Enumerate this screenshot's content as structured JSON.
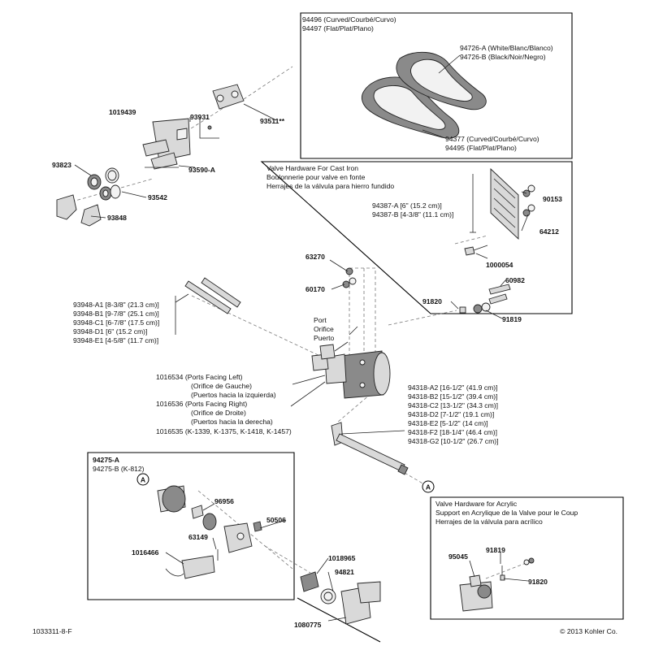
{
  "document_number": "1033311-8-F",
  "copyright": "© 2013 Kohler Co.",
  "boxes": {
    "cast_iron": {
      "title_lines": [
        "Valve Hardware For Cast Iron",
        "Boulonnerie pour valve en fonte",
        "Herrajes de la válvula para hierro fundido"
      ]
    },
    "acrylic": {
      "title_lines": [
        "Valve Hardware for Acrylic",
        "Support en Acrylique de la Valve pour le Coup",
        "Herrajes de la válvula para acrílico"
      ]
    }
  },
  "callout_symbol": "A",
  "port_label": [
    "Port",
    "Orifice",
    "Puerto"
  ],
  "parts": {
    "p94496": {
      "num": "94496",
      "desc": "(Curved/Courbé/Curvo)"
    },
    "p94497": {
      "num": "94497",
      "desc": "(Flat/Plat/Plano)"
    },
    "p94726A": {
      "num": "94726-A",
      "desc": "(White/Blanc/Blanco)"
    },
    "p94726B": {
      "num": "94726-B",
      "desc": "(Black/Noir/Negro)"
    },
    "p94377": {
      "num": "94377",
      "desc": "(Curved/Courbé/Curvo)"
    },
    "p94495": {
      "num": "94495",
      "desc": "(Flat/Plat/Plano)"
    },
    "p93511": {
      "num": "93511**"
    },
    "p1019439": {
      "num": "1019439"
    },
    "p93931": {
      "num": "93931"
    },
    "p93590A": {
      "num": "93590-A"
    },
    "p93823": {
      "num": "93823"
    },
    "p93542": {
      "num": "93542"
    },
    "p93848": {
      "num": "93848"
    },
    "p94387A": {
      "num": "94387-A",
      "desc": "[6\" (15.2 cm)]"
    },
    "p94387B": {
      "num": "94387-B",
      "desc": "[4-3/8\" (11.1 cm)]"
    },
    "p90153": {
      "num": "90153"
    },
    "p64212": {
      "num": "64212"
    },
    "p1000054": {
      "num": "1000054"
    },
    "p63270": {
      "num": "63270"
    },
    "p60170": {
      "num": "60170"
    },
    "p60982": {
      "num": "60982"
    },
    "p91820": {
      "num": "91820"
    },
    "p91819": {
      "num": "91819"
    },
    "p95045": {
      "num": "95045"
    },
    "p91819b": {
      "num": "91819"
    },
    "p91820b": {
      "num": "91820"
    },
    "p1016534": {
      "num": "1016534",
      "desc": [
        "(Ports Facing Left)",
        "(Orifice de Gauche)",
        "(Puertos hacia la izquierda)"
      ]
    },
    "p1016536": {
      "num": "1016536",
      "desc": [
        "(Ports Facing Right)",
        "(Orifice de Droite)",
        "(Puertos hacia la derecha)"
      ]
    },
    "p1016535": {
      "num": "1016535",
      "desc": "(K-1339, K-1375, K-1418, K-1457)"
    },
    "p94275A": {
      "num": "94275-A"
    },
    "p94275B": {
      "num": "94275-B",
      "desc": "(K-812)"
    },
    "p96956": {
      "num": "96956"
    },
    "p50506": {
      "num": "50506"
    },
    "p63149": {
      "num": "63149"
    },
    "p1016466": {
      "num": "1016466"
    },
    "p1018965": {
      "num": "1018965"
    },
    "p94821": {
      "num": "94821"
    },
    "p1080775": {
      "num": "1080775"
    }
  },
  "tube_list_93948": [
    {
      "num": "93948-A1",
      "desc": "[8-3/8\" (21.3 cm)]"
    },
    {
      "num": "93948-B1",
      "desc": "[9-7/8\" (25.1 cm)]"
    },
    {
      "num": "93948-C1",
      "desc": "[6-7/8\" (17.5 cm)]"
    },
    {
      "num": "93948-D1",
      "desc": "[6\" (15.2 cm)]"
    },
    {
      "num": "93948-E1",
      "desc": "[4-5/8\" (11.7 cm)]"
    }
  ],
  "tube_list_94318": [
    {
      "num": "94318-A2",
      "desc": "[16-1/2\" (41.9 cm)]"
    },
    {
      "num": "94318-B2",
      "desc": "[15-1/2\" (39.4 cm)]"
    },
    {
      "num": "94318-C2",
      "desc": "[13-1/2\" (34.3 cm)]"
    },
    {
      "num": "94318-D2",
      "desc": "[7-1/2\" (19.1 cm)]"
    },
    {
      "num": "94318-E2",
      "desc": "[5-1/2\" (14 cm)]"
    },
    {
      "num": "94318-F2",
      "desc": "[18-1/4\" (46.4 cm)]"
    },
    {
      "num": "94318-G2",
      "desc": "[10-1/2\" (26.7 cm)]"
    }
  ]
}
